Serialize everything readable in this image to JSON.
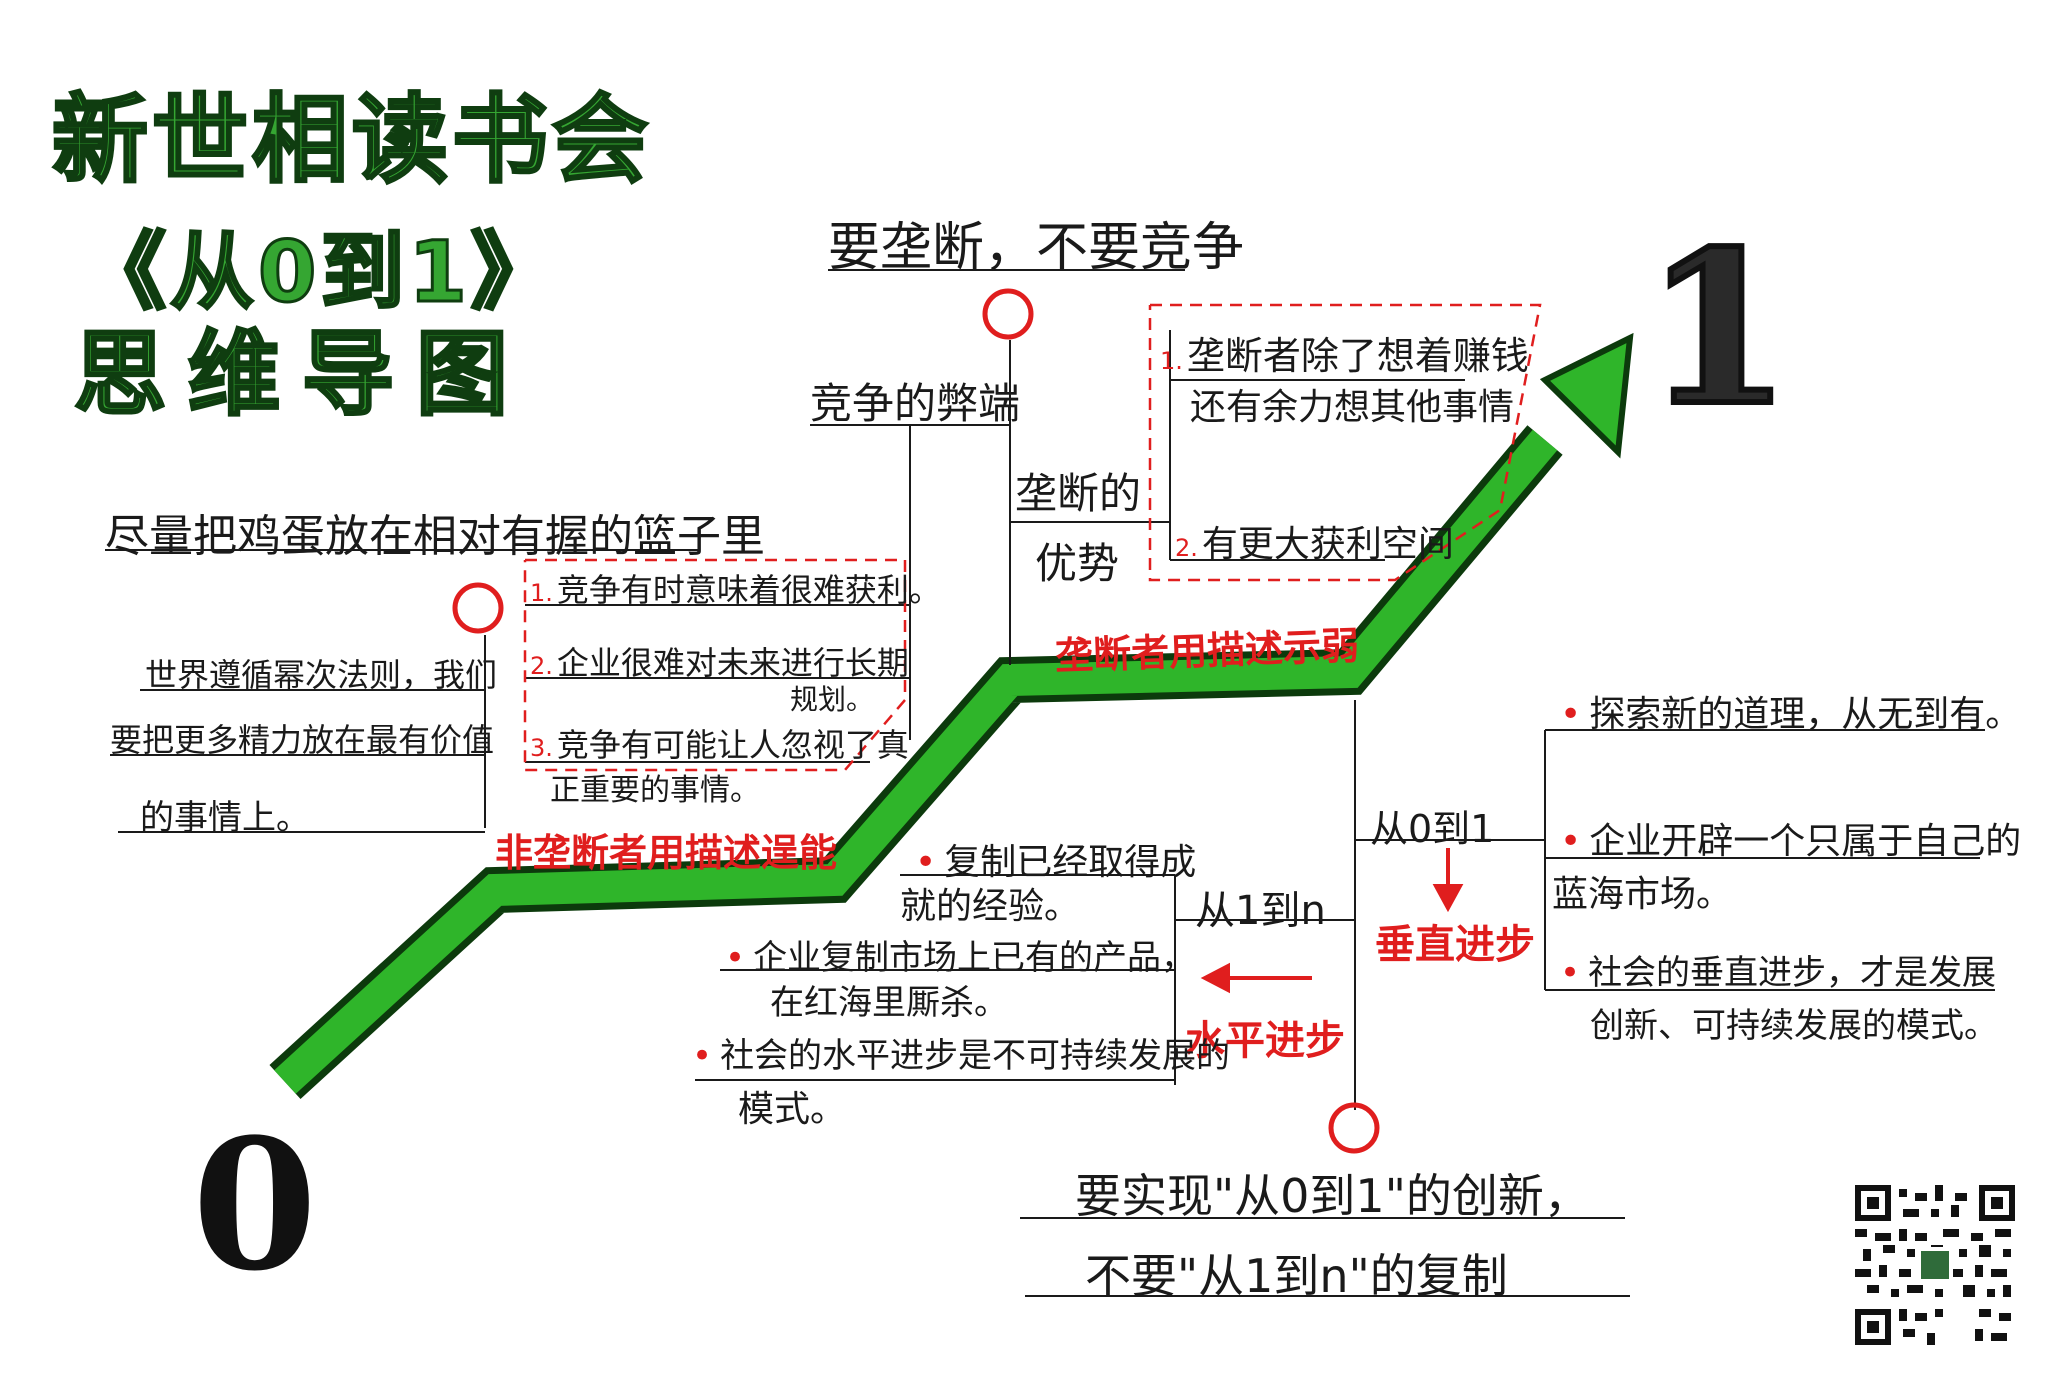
{
  "title": {
    "line1": "新世相读书会",
    "line2": "《从0到1》",
    "line3": "思维导图"
  },
  "endpoints": {
    "start": "0",
    "end": "1"
  },
  "top_section": {
    "heading": "要垄断，不要竞争",
    "competition": {
      "label": "竞争的弊端",
      "items": [
        {
          "num": "1.",
          "text": "竞争有时意味着很难获利。"
        },
        {
          "num": "2.",
          "text": "企业很难对未来进行长期",
          "text2": "规划。"
        },
        {
          "num": "3.",
          "text": "竞争有可能让人忽视了真",
          "text2": "正重要的事情。"
        }
      ]
    },
    "monopoly": {
      "label1": "垄断的",
      "label2": "优势",
      "items": [
        {
          "num": "1.",
          "text": "垄断者除了想着赚钱",
          "text2": "还有余力想其他事情"
        },
        {
          "num": "2.",
          "text": "有更大获利空间"
        }
      ]
    }
  },
  "left_section": {
    "heading": "尽量把鸡蛋放在相对有握的篮子里",
    "lines": [
      "世界遵循幂次法则，我们",
      "要把更多精力放在最有价值",
      "的事情上。"
    ]
  },
  "path_labels": {
    "monopoly_note": "垄断者用描述示弱",
    "non_monopoly_note": "非垄断者用描述逞能"
  },
  "bottom_section": {
    "heading_line1": "要实现\"从0到1\"的创新，",
    "heading_line2": "不要\"从1到n\"的复制",
    "one_to_n": {
      "label": "从1到n",
      "arrow_label": "水平进步",
      "items": [
        {
          "text": "复制已经取得成",
          "text2": "就的经验。"
        },
        {
          "text": "企业复制市场上已有的产品，",
          "text2": "在红海里厮杀。"
        },
        {
          "text": "社会的水平进步是不可持续发展的",
          "text2": "模式。"
        }
      ]
    },
    "zero_to_one": {
      "label": "从0到1",
      "arrow_label": "垂直进步",
      "items": [
        {
          "text": "探索新的道理，从无到有。"
        },
        {
          "text": "企业开辟一个只属于自己的",
          "text2": "蓝海市场。"
        },
        {
          "text": "社会的垂直进步，才是发展",
          "text2": "创新、可持续发展的模式。"
        }
      ]
    }
  },
  "colors": {
    "path_green": "#2fb52a",
    "path_dark": "#0c3a0c",
    "accent_red": "#e01e1e",
    "ink": "#1a1a1a"
  }
}
